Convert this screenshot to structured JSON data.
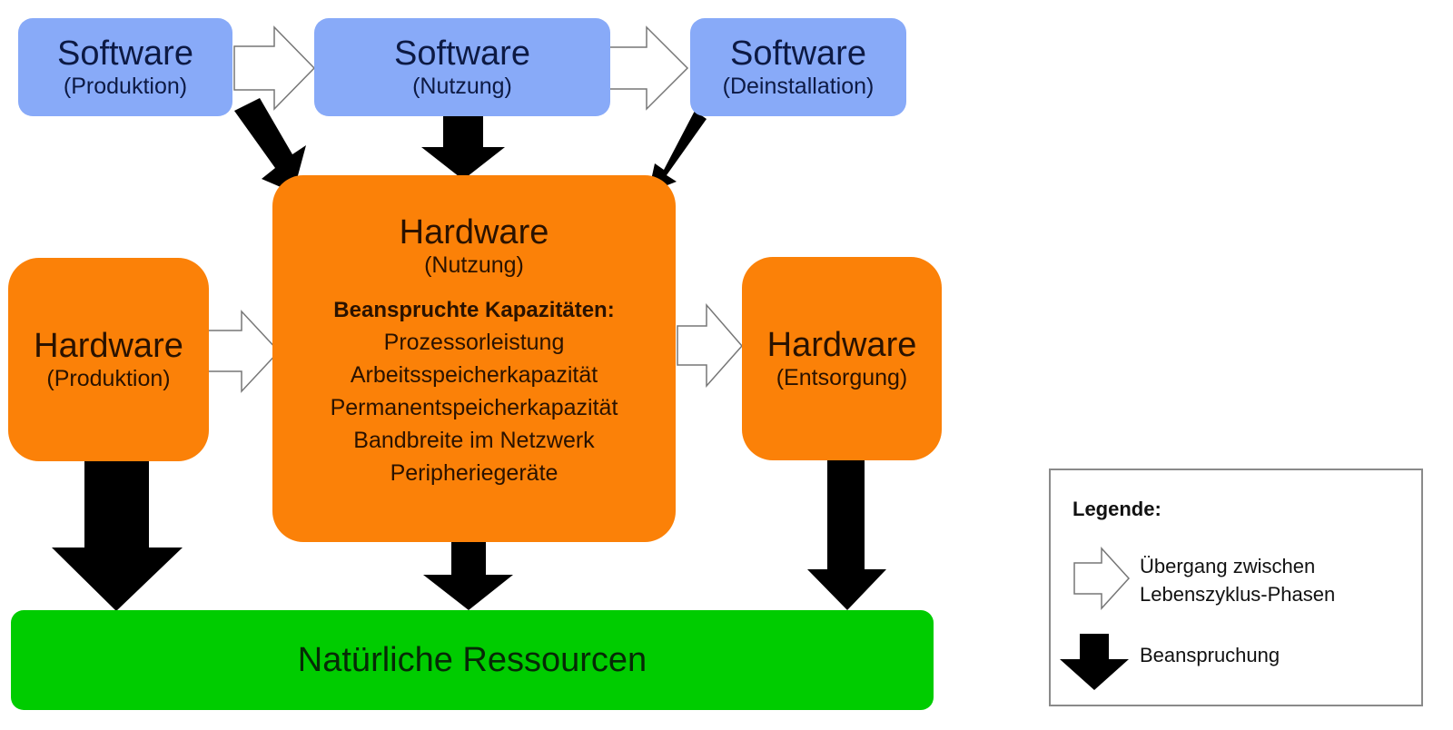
{
  "colors": {
    "software": "#88aaf8",
    "hardware": "#fb8108",
    "resources": "#00cc00",
    "stress_arrow": "#000000",
    "transition_arrow_fill": "#ffffff",
    "transition_arrow_stroke": "#777777"
  },
  "software": [
    {
      "title": "Software",
      "phase": "(Produktion)"
    },
    {
      "title": "Software",
      "phase": "(Nutzung)"
    },
    {
      "title": "Software",
      "phase": "(Deinstallation)"
    }
  ],
  "hardware": {
    "production": {
      "title": "Hardware",
      "phase": "(Produktion)"
    },
    "usage": {
      "title": "Hardware",
      "phase": "(Nutzung)",
      "capacities_heading": "Beanspruchte Kapazitäten:",
      "capacities": [
        "Prozessorleistung",
        "Arbeitsspeicherkapazität",
        "Permanentspeicherkapazität",
        "Bandbreite im Netzwerk",
        "Peripheriegeräte"
      ]
    },
    "disposal": {
      "title": "Hardware",
      "phase": "(Entsorgung)"
    }
  },
  "resources": {
    "label": "Natürliche Ressourcen"
  },
  "legend": {
    "title": "Legende:",
    "items": [
      {
        "icon": "hollow-right-arrow-icon",
        "label_line1": "Übergang zwischen",
        "label_line2": "Lebenszyklus-Phasen"
      },
      {
        "icon": "solid-down-arrow-icon",
        "label": "Beanspruchung"
      }
    ]
  },
  "connections": [
    {
      "from": "Software (Produktion)",
      "to": "Software (Nutzung)",
      "type": "transition"
    },
    {
      "from": "Software (Nutzung)",
      "to": "Software (Deinstallation)",
      "type": "transition"
    },
    {
      "from": "Software (Produktion)",
      "to": "Hardware (Nutzung)",
      "type": "stress"
    },
    {
      "from": "Software (Nutzung)",
      "to": "Hardware (Nutzung)",
      "type": "stress"
    },
    {
      "from": "Software (Deinstallation)",
      "to": "Hardware (Nutzung)",
      "type": "stress"
    },
    {
      "from": "Hardware (Produktion)",
      "to": "Hardware (Nutzung)",
      "type": "transition"
    },
    {
      "from": "Hardware (Nutzung)",
      "to": "Hardware (Entsorgung)",
      "type": "transition"
    },
    {
      "from": "Hardware (Produktion)",
      "to": "Natürliche Ressourcen",
      "type": "stress"
    },
    {
      "from": "Hardware (Nutzung)",
      "to": "Natürliche Ressourcen",
      "type": "stress"
    },
    {
      "from": "Hardware (Entsorgung)",
      "to": "Natürliche Ressourcen",
      "type": "stress"
    }
  ]
}
